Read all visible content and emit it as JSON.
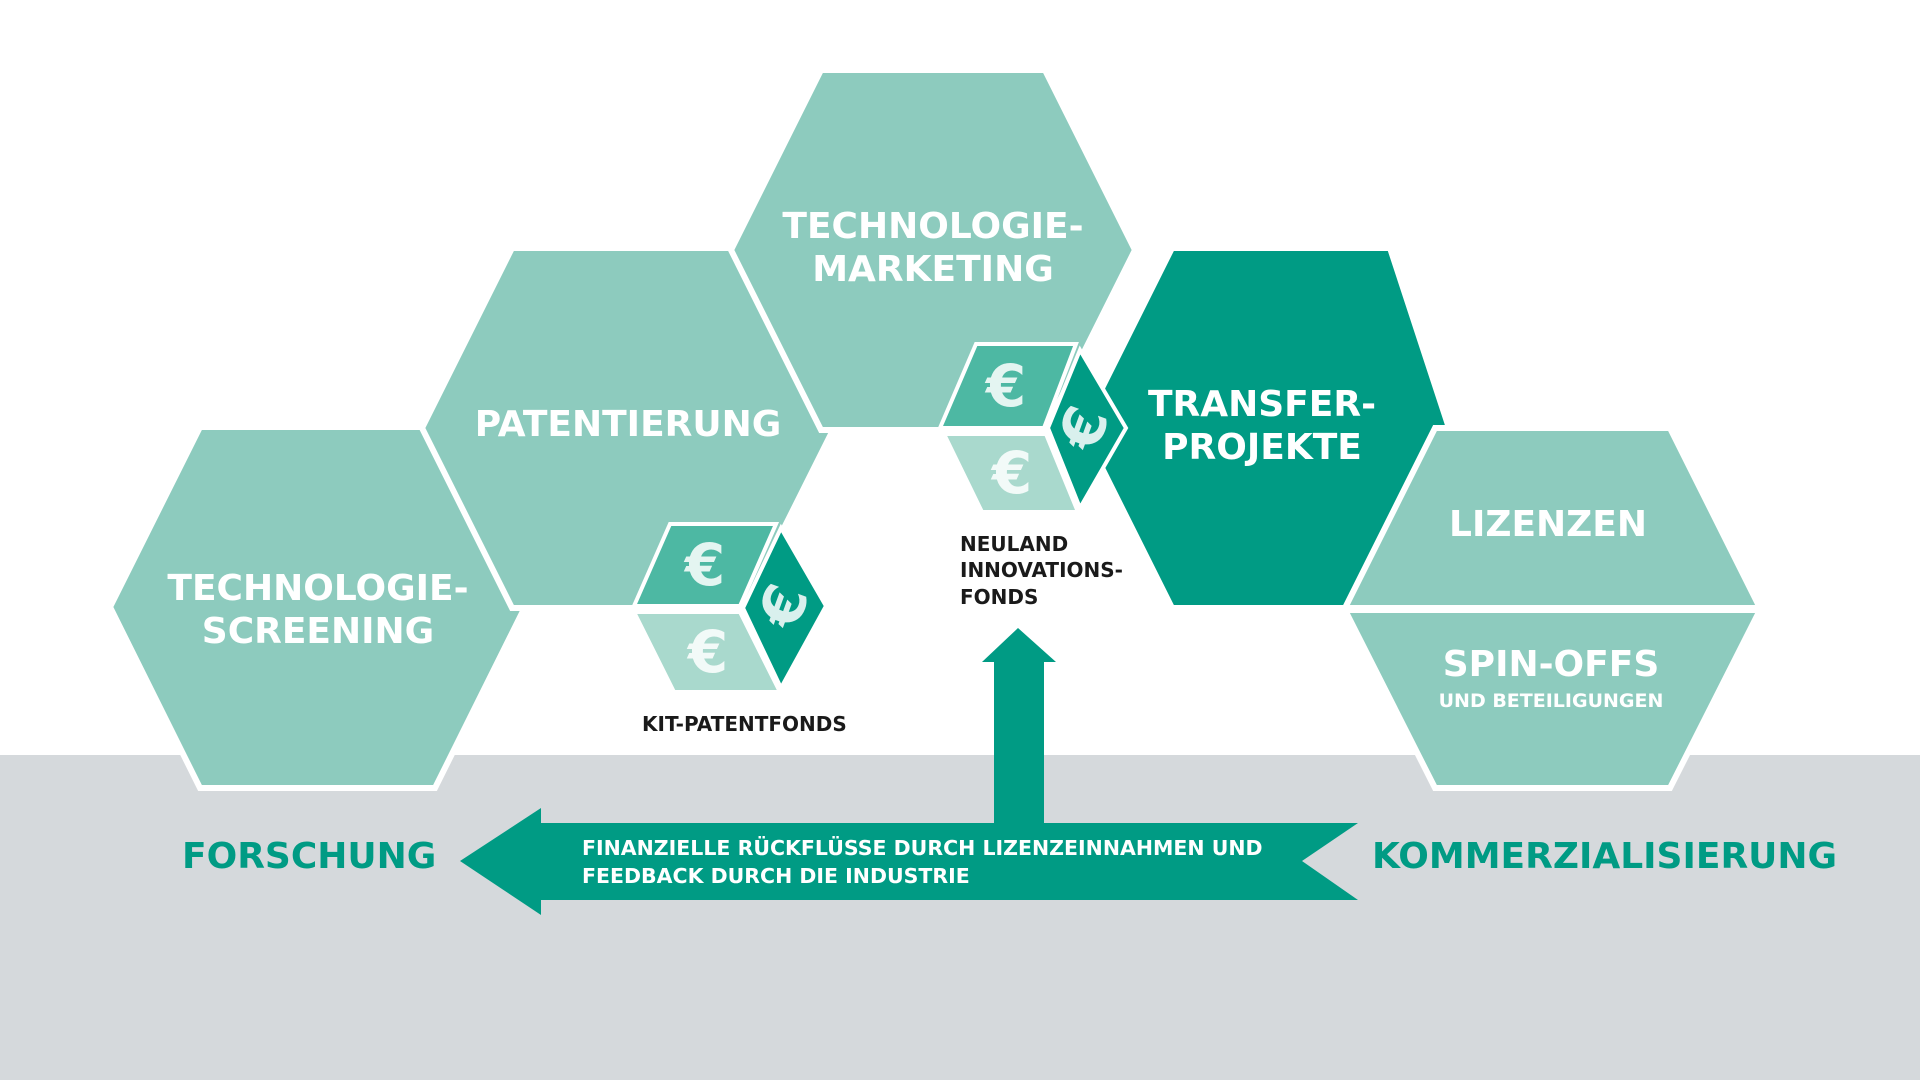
{
  "colors": {
    "light_green": "#8dcbbe",
    "dark_green": "#009b84",
    "mid_green": "#4db8a3",
    "pale_green": "#a9d9cd",
    "gray_ground": "#d5d9dc",
    "outline": "#ffffff"
  },
  "hexagons": {
    "screening": {
      "line1": "TECHNOLOGIE-",
      "line2": "SCREENING"
    },
    "patentierung": {
      "line1": "PATENTIERUNG"
    },
    "marketing": {
      "line1": "TECHNOLOGIE-",
      "line2": "MARKETING"
    },
    "transfer": {
      "line1": "TRANSFER-",
      "line2": "PROJEKTE"
    },
    "lizenzen": {
      "line1": "LIZENZEN"
    },
    "spinoffs": {
      "line1": "SPIN-OFFS",
      "sub": "UND BETEILIGUNGEN"
    }
  },
  "funds": {
    "kit": {
      "label": "KIT-PATENTFONDS",
      "symbol": "€"
    },
    "neuland": {
      "line1": "NEULAND",
      "line2": "INNOVATIONS-",
      "line3": "FONDS",
      "symbol": "€"
    }
  },
  "flow": {
    "left_label": "FORSCHUNG",
    "right_label": "KOMMERZIALISIERUNG",
    "arrow_line1": "FINANZIELLE RÜCKFLÜSSE DURCH LIZENZEINNAHMEN UND",
    "arrow_line2": "FEEDBACK DURCH DIE INDUSTRIE"
  }
}
